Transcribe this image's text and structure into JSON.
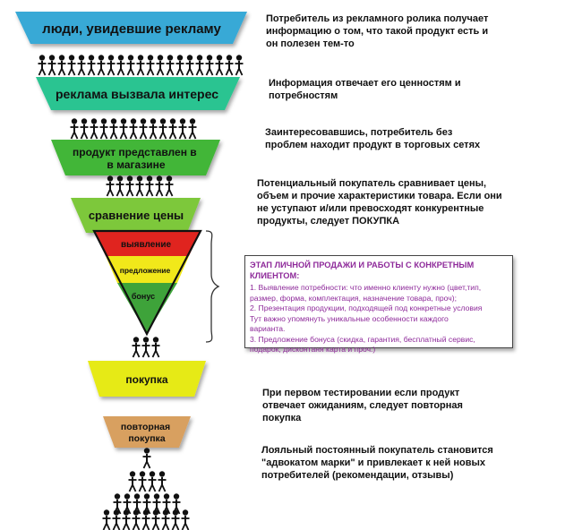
{
  "funnel": {
    "levels": [
      {
        "label_lines": [
          "люди, увидевшие рекламу"
        ],
        "color": "#39a9d6"
      },
      {
        "label_lines": [
          "реклама вызвала интерес"
        ],
        "color": "#2cc491"
      },
      {
        "label_lines": [
          "продукт представлен в",
          "в магазине"
        ],
        "color": "#43b638"
      },
      {
        "label_lines": [
          "сравнение цены"
        ],
        "color": "#7dc83a"
      },
      {
        "label_lines": [
          "покупка"
        ],
        "color": "#e6ea16"
      },
      {
        "label_lines": [
          "повторная",
          "покупка"
        ],
        "color": "#d8a060"
      }
    ],
    "inner_stages": [
      {
        "label": "выявление",
        "color": "#e0241f"
      },
      {
        "label": "предложение",
        "color": "#f1e81a"
      },
      {
        "label": "бонус",
        "color": "#3ea33a"
      }
    ]
  },
  "notes": [
    {
      "lines": [
        "Потребитель из рекламного ролика получает",
        "информацию о том, что такой продукт есть и",
        "он полезен тем-то"
      ]
    },
    {
      "lines": [
        "Информация отвечает его ценностям и",
        "потребностям"
      ]
    },
    {
      "lines": [
        "Заинтересовавшись, потребитель без",
        "проблем находит продукт в торговых сетях"
      ]
    },
    {
      "lines": [
        "Потенциальный покупатель сравнивает цены,",
        "объем и прочие характеристики товара. Если они",
        "не уступают и/или превосходят  конкурентные",
        "продукты, следует ПОКУПКА"
      ]
    },
    {
      "lines": [
        "При первом тестировании если продукт",
        "отвечает ожиданиям, следует повторная",
        "покупка"
      ]
    },
    {
      "lines": [
        "Лояльный постоянный покупатель становится",
        "\"адвокатом марки\" и привлекает к ней новых",
        "потребителей (рекомендации, отзывы)"
      ]
    }
  ],
  "sales_box": {
    "title": "ЭТАП ЛИЧНОЙ ПРОДАЖИ И РАБОТЫ С КОНКРЕТНЫМ КЛИЕНТОМ:",
    "lines": [
      "1. Выявление потребности: что именно клиенту нужно (цвет,тип,",
      "размер, форма, комплектация, назначение товара, проч);",
      "2. Презентация продукции, подходящей под конкретные условия",
      "Тут важно упомянуть уникальные особенности каждого",
      "варианта.",
      "3. Предложение бонуса (скидка, гарантия, бесплатный сервис,",
      "подарок, дисконтаня карта и проч.)"
    ],
    "border_color": "#444444",
    "text_color": "#8e2a9a"
  }
}
